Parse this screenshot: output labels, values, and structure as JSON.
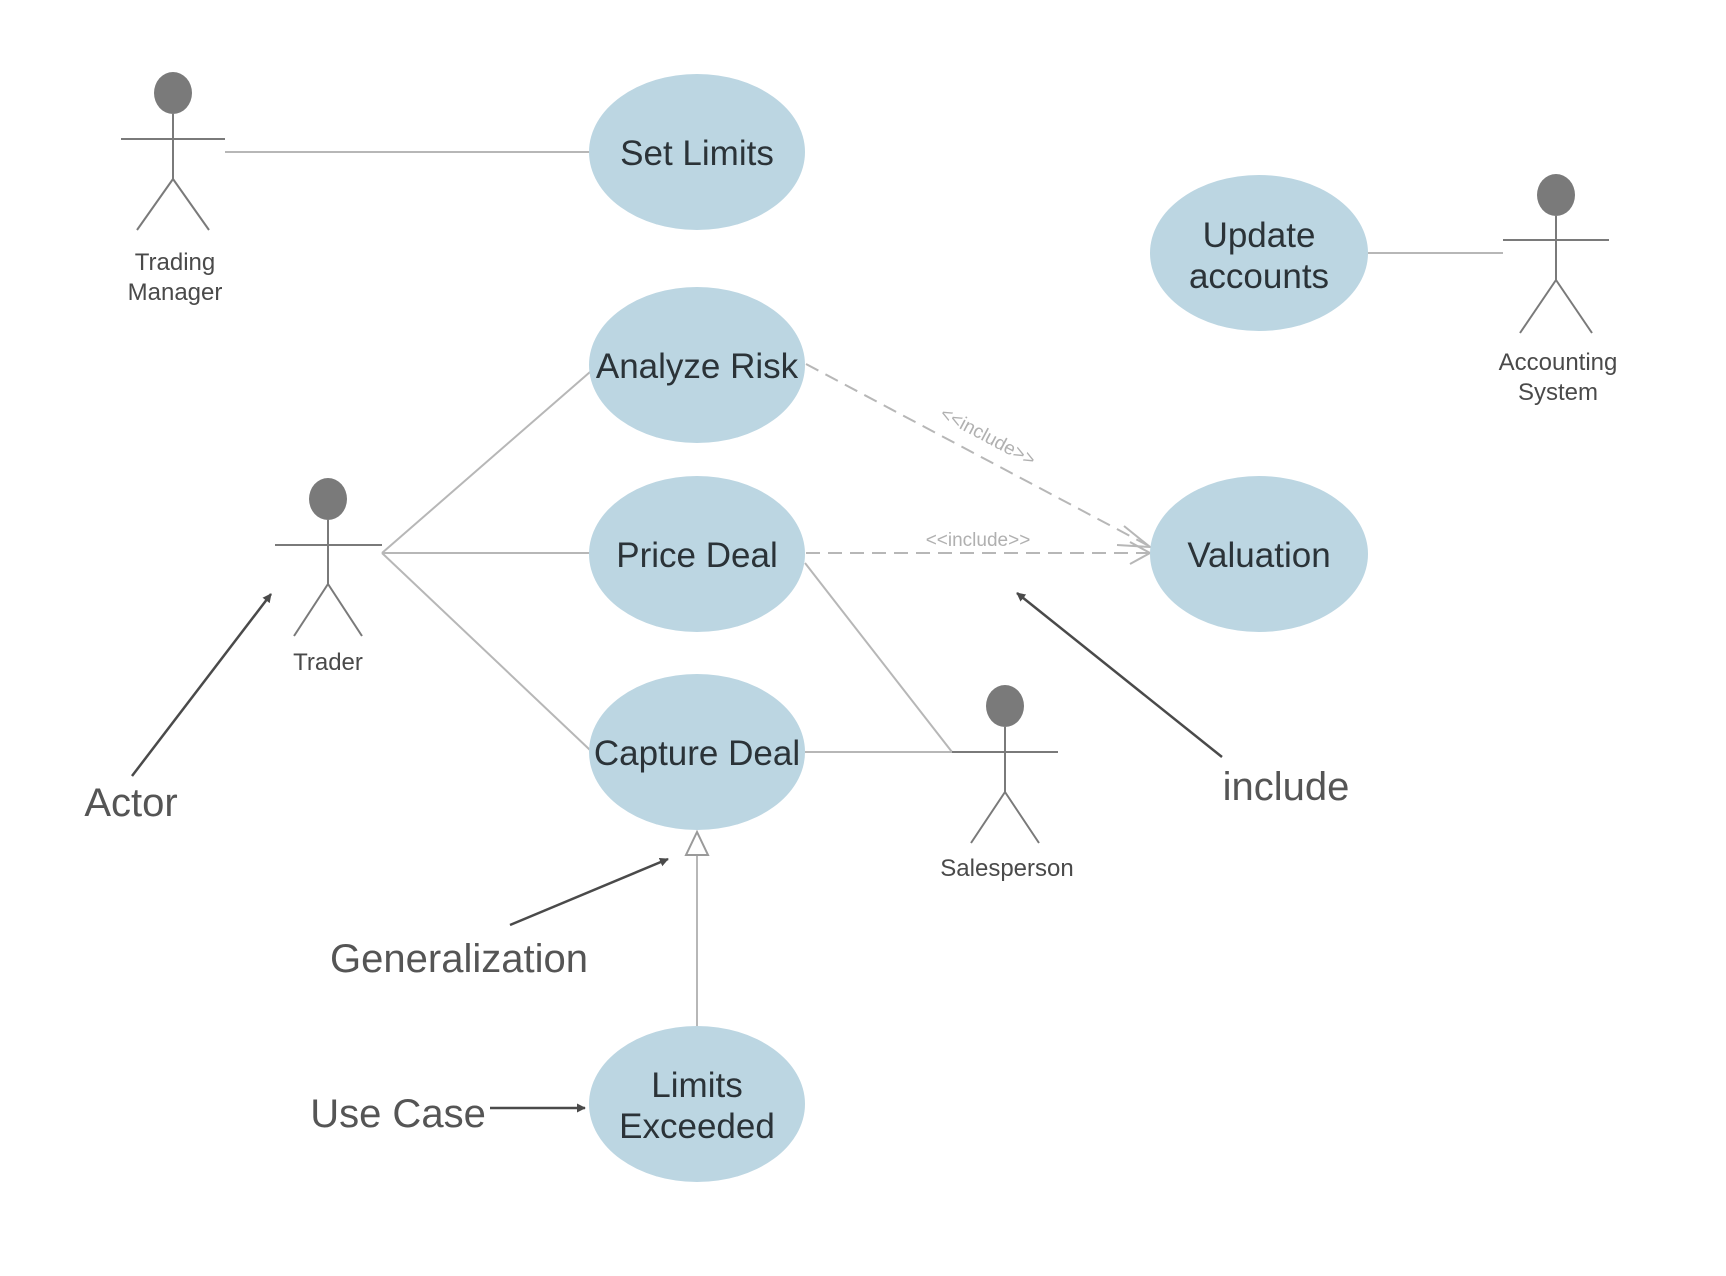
{
  "use_cases": {
    "set_limits": "Set Limits",
    "update_accounts": [
      "Update",
      "accounts"
    ],
    "analyze_risk": "Analyze Risk",
    "price_deal": "Price Deal",
    "valuation": "Valuation",
    "capture_deal": "Capture Deal",
    "limits_exceeded": [
      "Limits",
      "Exceeded"
    ]
  },
  "actors": {
    "trading_manager": [
      "Trading",
      "Manager"
    ],
    "accounting_system": [
      "Accounting",
      "System"
    ],
    "trader": "Trader",
    "salesperson": "Salesperson"
  },
  "stereotypes": {
    "include_1": "<<include>>",
    "include_2": "<<include>>"
  },
  "annotations": {
    "actor": "Actor",
    "include": "include",
    "generalization": "Generalization",
    "use_case": "Use Case"
  },
  "colors": {
    "use_case_fill": "#bcd6e2",
    "actor": "#7a7a7a",
    "connector": "#b7b7b7",
    "callout": "#4a4a4a"
  }
}
